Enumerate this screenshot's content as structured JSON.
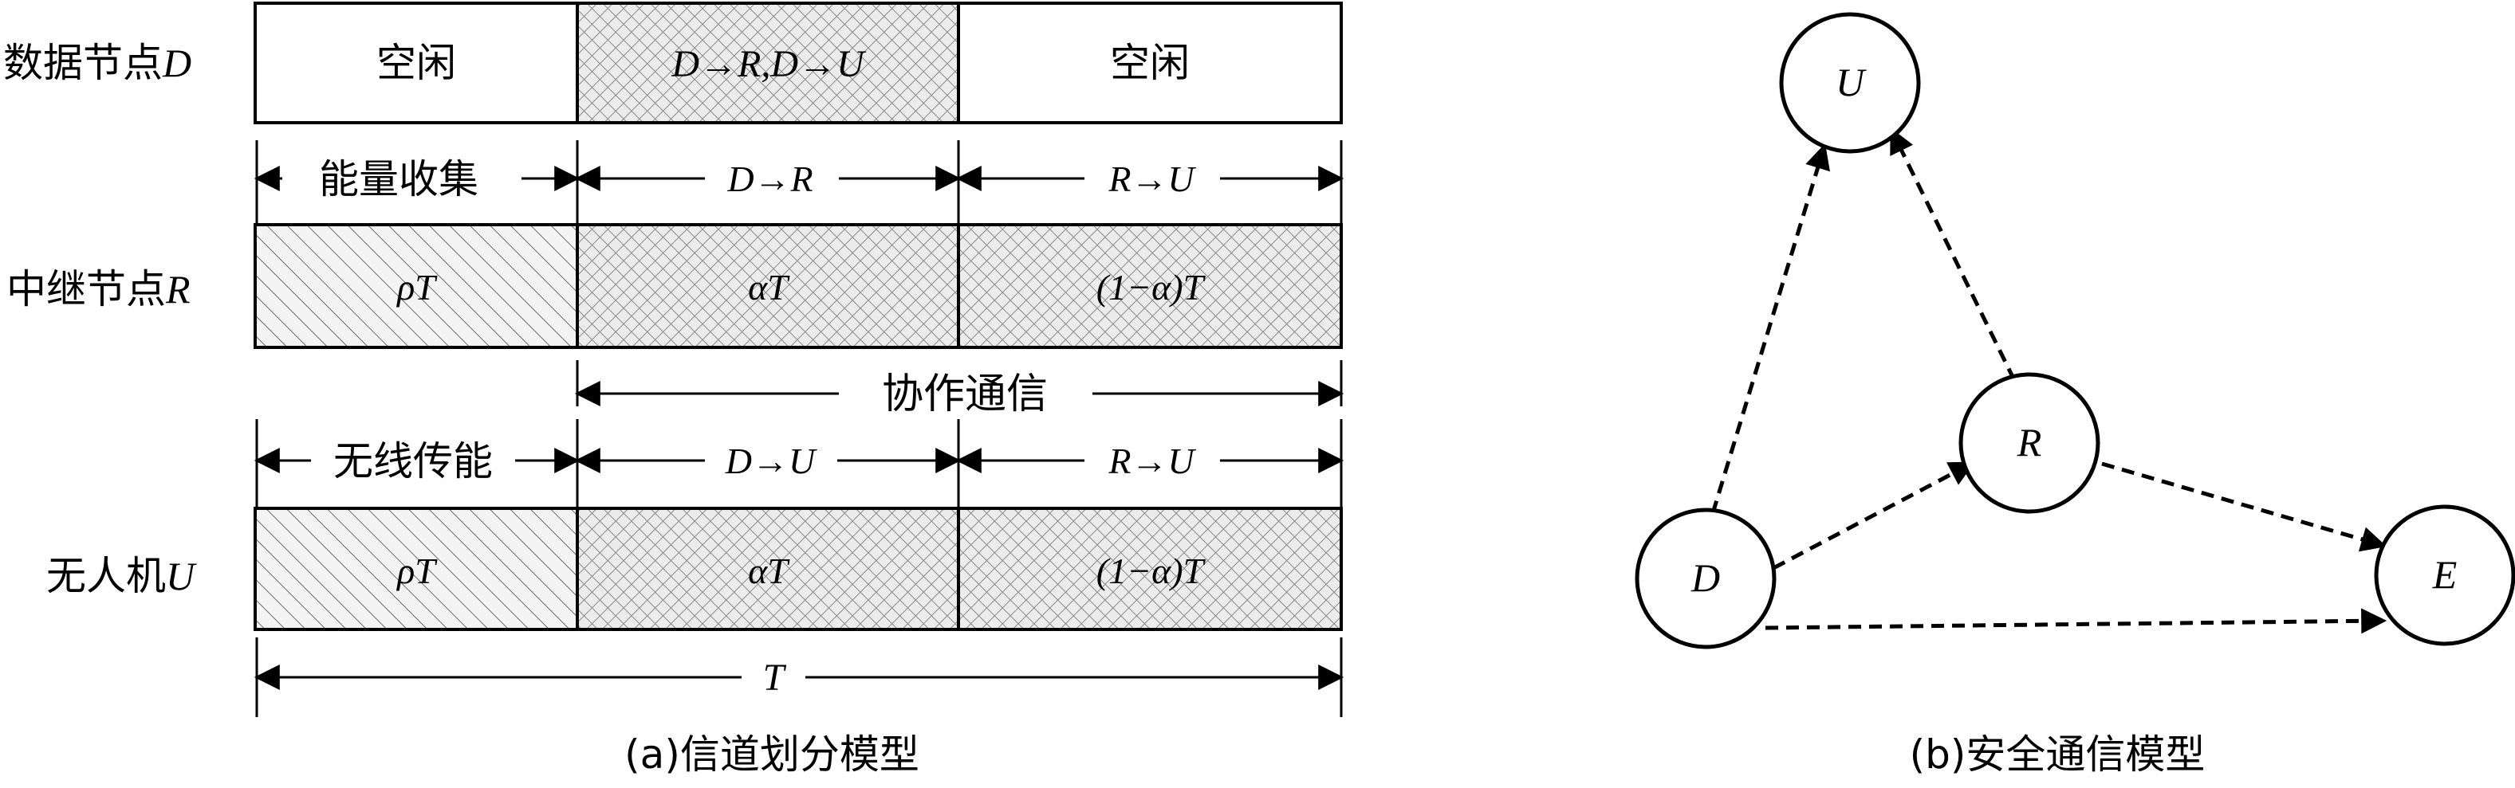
{
  "panel_a": {
    "row_labels": {
      "D": {
        "text": "数据节点",
        "var": "D"
      },
      "R": {
        "text": "中继节点",
        "var": "R"
      },
      "U": {
        "text": "无人机",
        "var": "U"
      }
    },
    "D_row": {
      "left": "空闲",
      "middle": "D→R,D→U",
      "right": "空闲"
    },
    "R_phase": {
      "left": "能量收集",
      "middle": "D→R",
      "right": "R→U"
    },
    "R_row": {
      "left": "ρT",
      "middle": "αT",
      "right": "(1−α)T"
    },
    "coop": "协作通信",
    "U_phase": {
      "left": "无线传能",
      "middle": "D→U",
      "right": "R→U"
    },
    "U_row": {
      "left": "ρT",
      "middle": "αT",
      "right": "(1−α)T"
    },
    "total": "T",
    "caption": "(a)信道划分模型"
  },
  "panel_b": {
    "nodes": {
      "U": "U",
      "R": "R",
      "D": "D",
      "E": "E"
    },
    "caption": "(b)安全通信模型"
  }
}
